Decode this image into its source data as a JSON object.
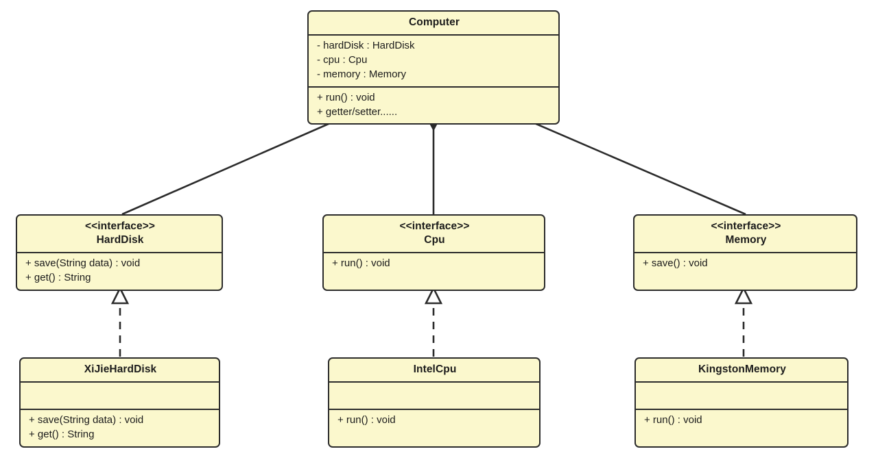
{
  "diagram": {
    "kind": "uml-class-diagram",
    "background_color": "#ffffff",
    "box_fill_color": "#fbf8cd",
    "box_border_color": "#2b2b2b",
    "text_color": "#1b1b1b",
    "stereotype_interface": "<<interface>>",
    "classes": [
      {
        "id": "computer",
        "name": "Computer",
        "stereotype": "",
        "attributes": [
          "- hardDisk : HardDisk",
          "- cpu : Cpu",
          "- memory : Memory"
        ],
        "methods": [
          "+ run() : void",
          "+ getter/setter......"
        ]
      },
      {
        "id": "harddisk",
        "name": "HardDisk",
        "stereotype": "<<interface>>",
        "attributes": [],
        "methods": [
          "+ save(String data) : void",
          "+ get() : String"
        ]
      },
      {
        "id": "cpu",
        "name": "Cpu",
        "stereotype": "<<interface>>",
        "attributes": [],
        "methods": [
          "+ run() : void"
        ]
      },
      {
        "id": "memory",
        "name": "Memory",
        "stereotype": "<<interface>>",
        "attributes": [],
        "methods": [
          "+ save() : void"
        ]
      },
      {
        "id": "xijieharddisk",
        "name": "XiJieHardDisk",
        "stereotype": "",
        "attributes": [],
        "methods": [
          "+ save(String data) : void",
          "+ get() : String"
        ]
      },
      {
        "id": "intelcpu",
        "name": "IntelCpu",
        "stereotype": "",
        "attributes": [],
        "methods": [
          "+ run() : void"
        ]
      },
      {
        "id": "kingstonmemory",
        "name": "KingstonMemory",
        "stereotype": "",
        "attributes": [],
        "methods": [
          "+ run() : void"
        ]
      }
    ],
    "relationships": [
      {
        "type": "composition",
        "from": "computer",
        "to": "harddisk"
      },
      {
        "type": "composition",
        "from": "computer",
        "to": "cpu"
      },
      {
        "type": "composition",
        "from": "computer",
        "to": "memory"
      },
      {
        "type": "realization",
        "from": "xijieharddisk",
        "to": "harddisk"
      },
      {
        "type": "realization",
        "from": "intelcpu",
        "to": "cpu"
      },
      {
        "type": "realization",
        "from": "kingstonmemory",
        "to": "memory"
      }
    ]
  }
}
